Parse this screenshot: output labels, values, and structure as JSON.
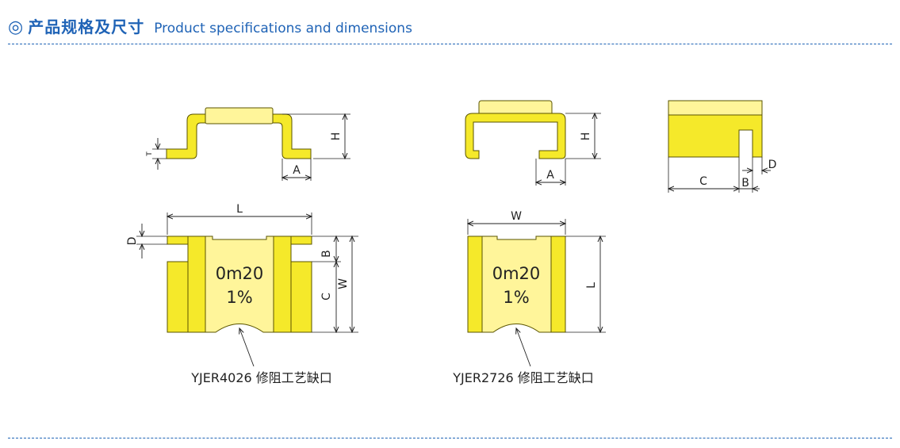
{
  "header": {
    "symbol": "◎",
    "title_cn": "产品规格及尺寸",
    "title_en": "Product specifications and dimensions"
  },
  "colors": {
    "accent": "#1f63b6",
    "yellow": "#f5e92a",
    "light_yellow": "#fff59a",
    "outline": "#5a5400"
  },
  "left_side_view": {
    "dim_H": "H",
    "dim_A": "A",
    "dim_T": "T"
  },
  "middle_side_view": {
    "dim_H": "H",
    "dim_A": "A"
  },
  "right_side_view": {
    "dim_C": "C",
    "dim_B": "B",
    "dim_D": "D"
  },
  "left_top_view": {
    "dim_L": "L",
    "dim_D": "D",
    "dim_B": "B",
    "dim_C": "C",
    "dim_W": "W",
    "value_line1": "0m20",
    "value_line2": "1%",
    "caption": "YJER4026 修阻工艺缺口"
  },
  "middle_top_view": {
    "dim_W": "W",
    "dim_L": "L",
    "value_line1": "0m20",
    "value_line2": "1%",
    "caption": "YJER2726 修阻工艺缺口"
  }
}
